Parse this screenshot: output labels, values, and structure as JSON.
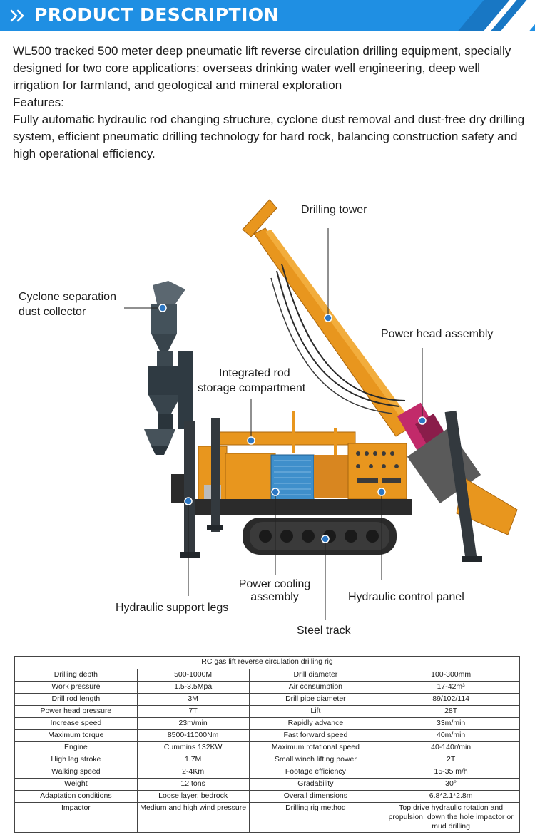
{
  "header": {
    "title": "PRODUCT DESCRIPTION",
    "icon": "double-chevron-right-icon",
    "color": "#1f8fe3"
  },
  "description": {
    "intro": "WL500 tracked 500 meter deep pneumatic lift reverse circulation drilling equipment, specially designed for two core applications: overseas drinking water well engineering, deep well irrigation for farmland, and geological and mineral exploration",
    "features_label": "Features:",
    "features_text": "Fully automatic hydraulic rod changing structure, cyclone dust removal and dust-free dry drilling system, efficient pneumatic drilling technology for hard rock, balancing construction safety and high operational efficiency."
  },
  "diagram": {
    "callouts": {
      "drilling_tower": "Drilling tower",
      "cyclone_1": "Cyclone separation",
      "cyclone_2": "dust collector",
      "power_head": "Power head assembly",
      "rod_storage_1": "Integrated rod",
      "rod_storage_2": "storage compartment",
      "power_cooling_1": "Power cooling",
      "power_cooling_2": "assembly",
      "hydraulic_panel": "Hydraulic control panel",
      "support_legs": "Hydraulic support legs",
      "steel_track": "Steel track"
    },
    "colors": {
      "machine": "#e8961e",
      "cooler": "#3f8fcb",
      "leader_dot": "#2c77c4",
      "track": "#2a2a2a"
    }
  },
  "spec_table": {
    "caption": "RC gas lift reverse circulation drilling rig",
    "rows": [
      [
        "Drilling depth",
        "500-1000M",
        "Drill diameter",
        "100-300mm"
      ],
      [
        "Work pressure",
        "1.5-3.5Mpa",
        "Air consumption",
        "17-42m³"
      ],
      [
        "Drill rod length",
        "3M",
        "Drill pipe diameter",
        "89/102/114"
      ],
      [
        "Power head pressure",
        "7T",
        "Lift",
        "28T"
      ],
      [
        "Increase speed",
        "23m/min",
        "Rapidly advance",
        "33m/min"
      ],
      [
        "Maximum torque",
        "8500-11000Nm",
        "Fast forward speed",
        "40m/min"
      ],
      [
        "Engine",
        "Cummins 132KW",
        "Maximum rotational speed",
        "40-140r/min"
      ],
      [
        "High leg stroke",
        "1.7M",
        "Small winch lifting power",
        "2T"
      ],
      [
        "Walking speed",
        "2-4Km",
        "Footage efficiency",
        "15-35 m/h"
      ],
      [
        "Weight",
        "12 tons",
        "Gradability",
        "30°"
      ],
      [
        "Adaptation conditions",
        "Loose layer, bedrock",
        "Overall dimensions",
        "6.8*2.1*2.8m"
      ],
      [
        "Impactor",
        "Medium and high wind pressure",
        "Drilling rig method",
        "Top drive hydraulic rotation and propulsion, down the hole impactor or mud drilling"
      ]
    ]
  }
}
